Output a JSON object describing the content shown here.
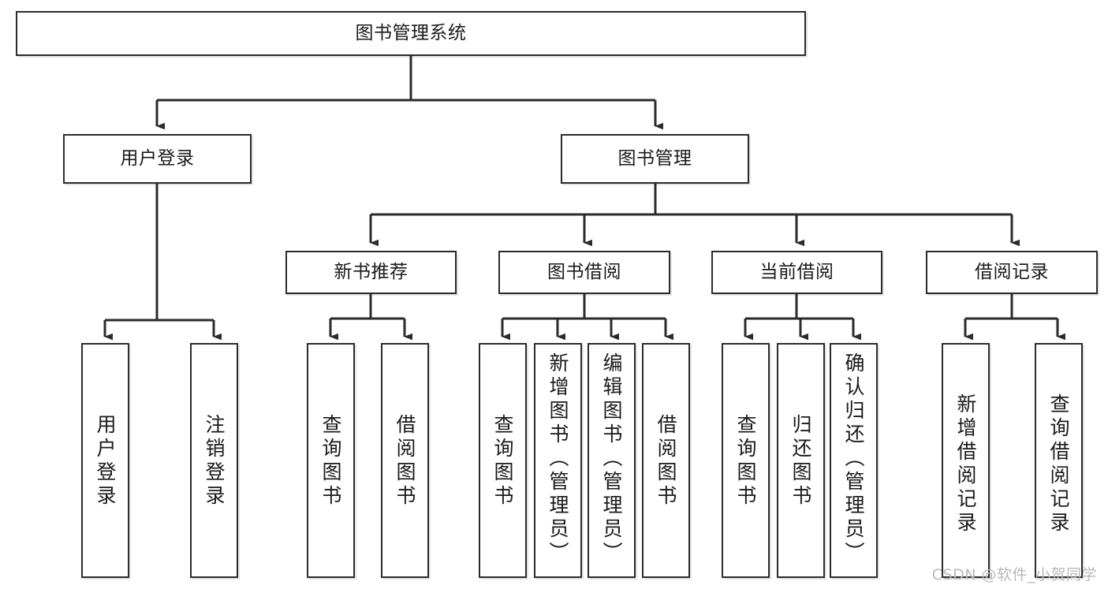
{
  "diagram": {
    "type": "tree-hierarchy-chart",
    "title": "图书管理系统",
    "watermark": "CSDN @软件_小贺同学",
    "colors": {
      "stroke": "#2b2b2b",
      "fill": "#ffffff",
      "text": "#1a1a1a",
      "watermark": "#b9b9b9"
    },
    "nodes": {
      "root": {
        "label": "图书管理系统"
      },
      "level2": [
        {
          "id": "user-login",
          "label": "用户登录"
        },
        {
          "id": "book-manage",
          "label": "图书管理"
        }
      ],
      "level3": [
        {
          "id": "new-book-rec",
          "label": "新书推荐"
        },
        {
          "id": "book-borrow",
          "label": "图书借阅"
        },
        {
          "id": "current-borrow",
          "label": "当前借阅"
        },
        {
          "id": "borrow-record",
          "label": "借阅记录"
        }
      ],
      "leaves": [
        {
          "id": "leaf-user-login",
          "label": "用户登录",
          "parent": "user-login"
        },
        {
          "id": "leaf-logout",
          "label": "注销登录",
          "parent": "user-login"
        },
        {
          "id": "leaf-query-book-1",
          "label": "查询图书",
          "parent": "new-book-rec"
        },
        {
          "id": "leaf-borrow-book-1",
          "label": "借阅图书",
          "parent": "new-book-rec"
        },
        {
          "id": "leaf-query-book-2",
          "label": "查询图书",
          "parent": "book-borrow"
        },
        {
          "id": "leaf-add-book",
          "label": "新增图书（管理员）",
          "parent": "book-borrow"
        },
        {
          "id": "leaf-edit-book",
          "label": "编辑图书（管理员）",
          "parent": "book-borrow"
        },
        {
          "id": "leaf-borrow-book-2",
          "label": "借阅图书",
          "parent": "book-borrow"
        },
        {
          "id": "leaf-query-book-3",
          "label": "查询图书",
          "parent": "current-borrow"
        },
        {
          "id": "leaf-return-book",
          "label": "归还图书",
          "parent": "current-borrow"
        },
        {
          "id": "leaf-confirm-return",
          "label": "确认归还（管理员）",
          "parent": "current-borrow"
        },
        {
          "id": "leaf-add-record",
          "label": "新增借阅记录",
          "parent": "borrow-record"
        },
        {
          "id": "leaf-query-record",
          "label": "查询借阅记录",
          "parent": "borrow-record"
        }
      ]
    }
  }
}
